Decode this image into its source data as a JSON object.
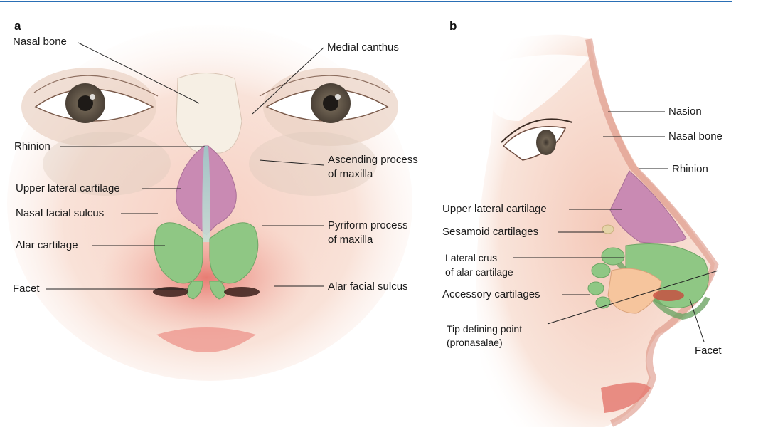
{
  "panels": {
    "a": {
      "letter": "a",
      "labels": {
        "nasal_bone": "Nasal bone",
        "medial_canthus": "Medial canthus",
        "rhinion": "Rhinion",
        "ascending_process_l1": "Ascending process",
        "ascending_process_l2": "of maxilla",
        "upper_lateral_cartilage": "Upper lateral cartilage",
        "nasal_facial_sulcus": "Nasal facial sulcus",
        "pyriform_process_l1": "Pyriform process",
        "pyriform_process_l2": "of maxilla",
        "alar_cartilage": "Alar cartilage",
        "facet": "Facet",
        "alar_facial_sulcus": "Alar facial sulcus"
      }
    },
    "b": {
      "letter": "b",
      "labels": {
        "nasion": "Nasion",
        "nasal_bone": "Nasal bone",
        "rhinion": "Rhinion",
        "upper_lateral_cartilage": "Upper lateral cartilage",
        "sesamoid_cartilages": "Sesamoid cartilages",
        "lateral_crus_l1": "Lateral crus",
        "lateral_crus_l2": "of alar cartilage",
        "accessory_cartilages": "Accessory cartilages",
        "tip_defining_l1": "Tip defining point",
        "tip_defining_l2": "(pronasalae)",
        "facet": "Facet"
      }
    }
  },
  "colors": {
    "skin": "#f6d9cc",
    "skin_flush": "#e8807a",
    "cartilage_upper": "#c98ab3",
    "cartilage_alar": "#8fc784",
    "bone": "#f4ece0",
    "rule": "#2a6fb5"
  }
}
